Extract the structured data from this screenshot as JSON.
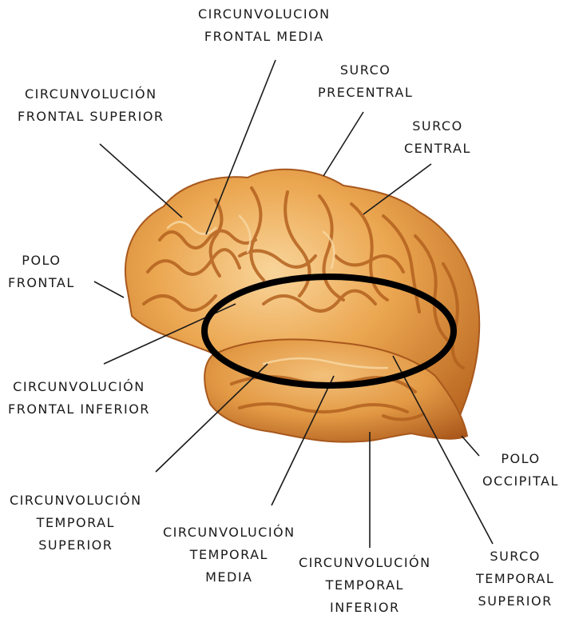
{
  "labels": {
    "frontal_media": [
      "CIRCUNVOLUCION",
      "FRONTAL MEDIA"
    ],
    "frontal_superior": [
      "CIRCUNVOLUCIÓN",
      "FRONTAL SUPERIOR"
    ],
    "surco_precentral": [
      "SURCO",
      "PRECENTRAL"
    ],
    "surco_central": [
      "SURCO",
      "CENTRAL"
    ],
    "polo_frontal": [
      "POLO",
      "FRONTAL"
    ],
    "frontal_inferior": [
      "CIRCUNVOLUCIÓN",
      "FRONTAL INFERIOR"
    ],
    "polo_occipital": [
      "POLO",
      "OCCIPITAL"
    ],
    "temporal_superior": [
      "CIRCUNVOLUCIÓN",
      "TEMPORAL",
      "SUPERIOR"
    ],
    "temporal_media": [
      "CIRCUNVOLUCIÓN",
      "TEMPORAL",
      "MEDIA"
    ],
    "temporal_inferior": [
      "CIRCUNVOLUCIÓN",
      "TEMPORAL",
      "INFERIOR"
    ],
    "surco_temporal_superior": [
      "SURCO",
      "TEMPORAL",
      "SUPERIOR"
    ]
  },
  "colors": {
    "brain_fill": "#e9a34f",
    "brain_shadow": "#b96a25",
    "brain_highlight": "#f7cd8b",
    "leader": "#1a1a1a",
    "highlight_ellipse": "#000000"
  }
}
